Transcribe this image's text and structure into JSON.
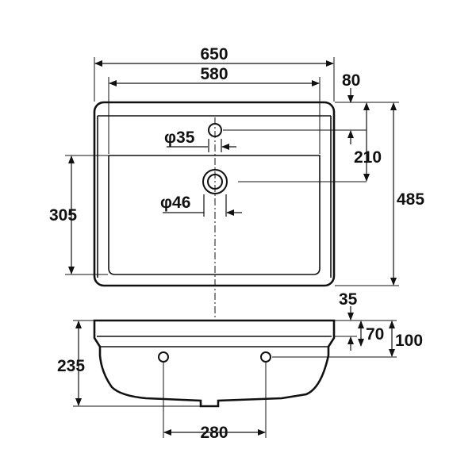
{
  "diagram": {
    "top_view": {
      "overall_width": "650",
      "inner_width": "580",
      "faucet_hole_offset": "80",
      "faucet_hole_diameter": "φ35",
      "drain_offset": "210",
      "overall_depth": "485",
      "inner_depth": "305",
      "drain_diameter": "φ46"
    },
    "front_view": {
      "rim_height": "35",
      "mount_hole_height": "70",
      "mount_hole_from_top": "100",
      "overall_height": "235",
      "mount_hole_spacing": "280"
    }
  }
}
